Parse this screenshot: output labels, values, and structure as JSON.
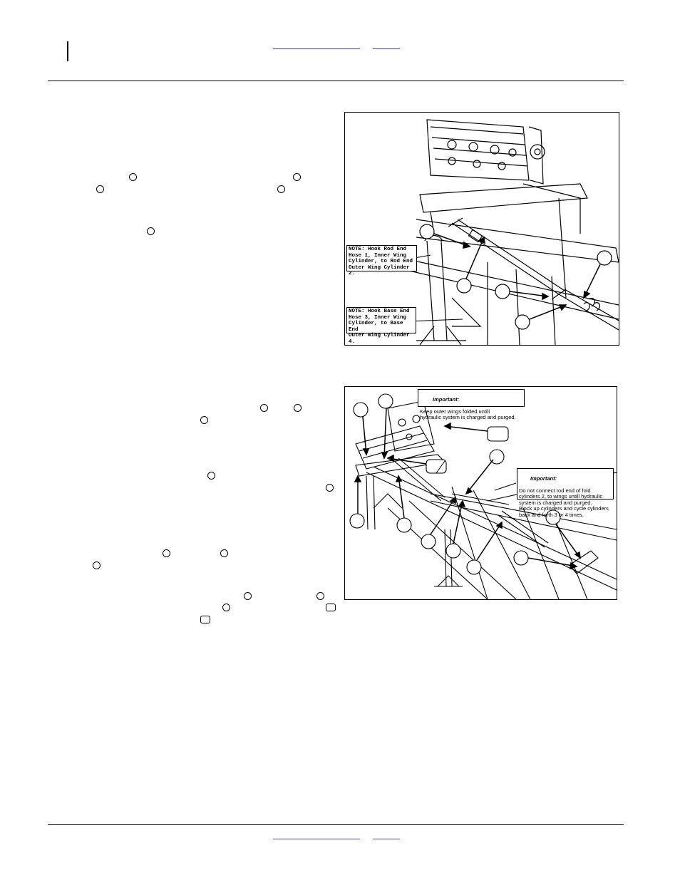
{
  "figure1": {
    "note_a": "NOTE: Hook Rod End\nHose 1, Inner Wing\nCylinder, to Rod End\nOuter Wing Cylinder 2.",
    "note_b": "NOTE: Hook Base End\nHose 3, Inner Wing\nCylinder, to Base End\nOuter Wing Cylinder 4."
  },
  "figure2": {
    "important_a_title": "Important:",
    "important_a_text": "Keep outer wings folded untill\nhydraulic system is charged and purged.",
    "important_b_title": "Important:",
    "important_b_text": "Do not connect rod end of fold\ncylinders 2, to wings untill hydraulic\nsystem is charged and purged.\nBlock up cylinders and cycle cylinders\nback and forth 3 or 4 times."
  }
}
